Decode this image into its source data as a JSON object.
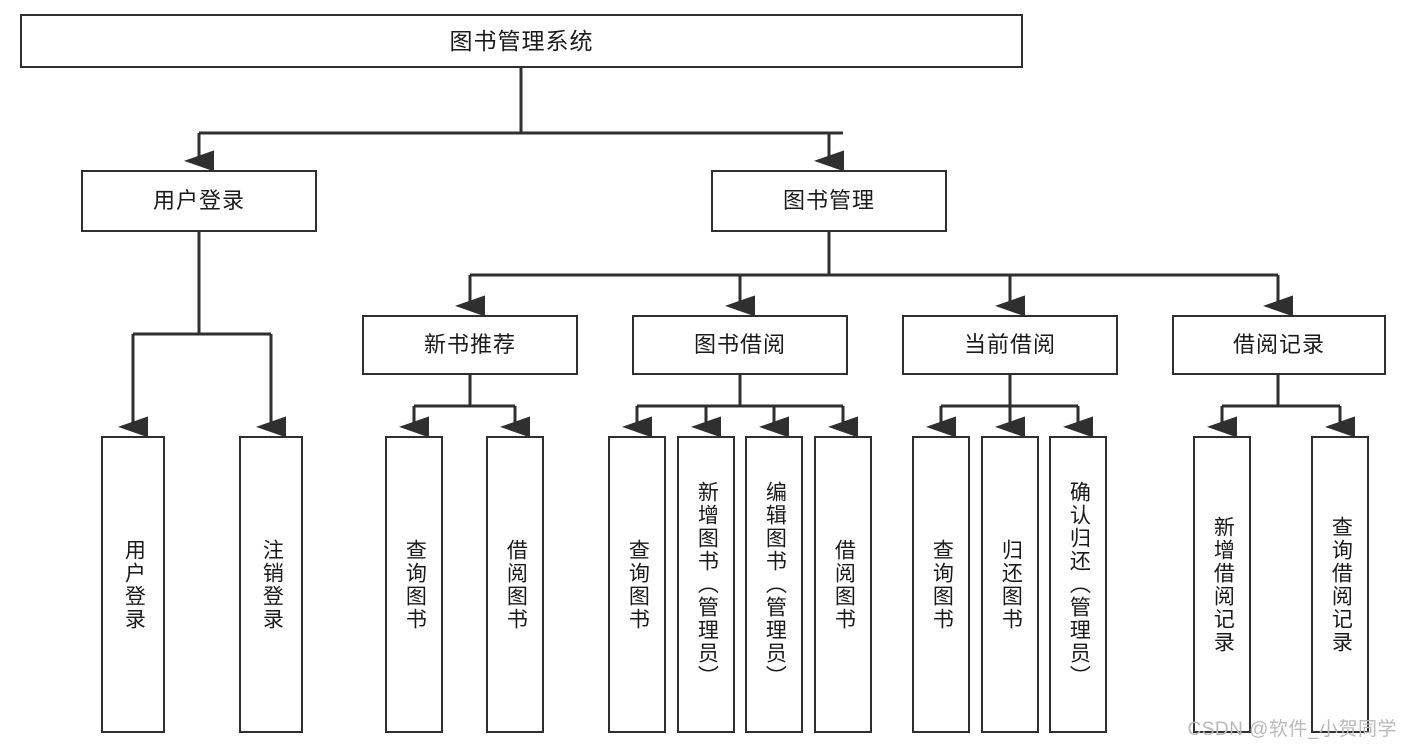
{
  "diagram": {
    "title": "图书管理系统",
    "type": "tree",
    "watermark": "CSDN @软件_小贺同学",
    "colors": {
      "box_border": "#2f2f2f",
      "box_fill": "#ffffff",
      "connector": "#2f2f2f",
      "text": "#1a1a1a",
      "watermark": "#b9b9b9",
      "background": "#ffffff"
    },
    "root": {
      "label": "图书管理系统"
    },
    "level1": [
      {
        "label": "用户登录"
      },
      {
        "label": "图书管理"
      }
    ],
    "level2": [
      {
        "label": "新书推荐"
      },
      {
        "label": "图书借阅"
      },
      {
        "label": "当前借阅"
      },
      {
        "label": "借阅记录"
      }
    ],
    "leaves": {
      "user_login": [
        {
          "label": "用户登录"
        },
        {
          "label": "注销登录"
        }
      ],
      "new_book_recommend": [
        {
          "label": "查询图书"
        },
        {
          "label": "借阅图书"
        }
      ],
      "book_borrow": [
        {
          "label": "查询图书"
        },
        {
          "label": "新增图书（管理员）"
        },
        {
          "label": "编辑图书（管理员）"
        },
        {
          "label": "借阅图书"
        }
      ],
      "current_borrow": [
        {
          "label": "查询图书"
        },
        {
          "label": "归还图书"
        },
        {
          "label": "确认归还（管理员）"
        }
      ],
      "borrow_record": [
        {
          "label": "新增借阅记录"
        },
        {
          "label": "查询借阅记录"
        }
      ]
    }
  }
}
